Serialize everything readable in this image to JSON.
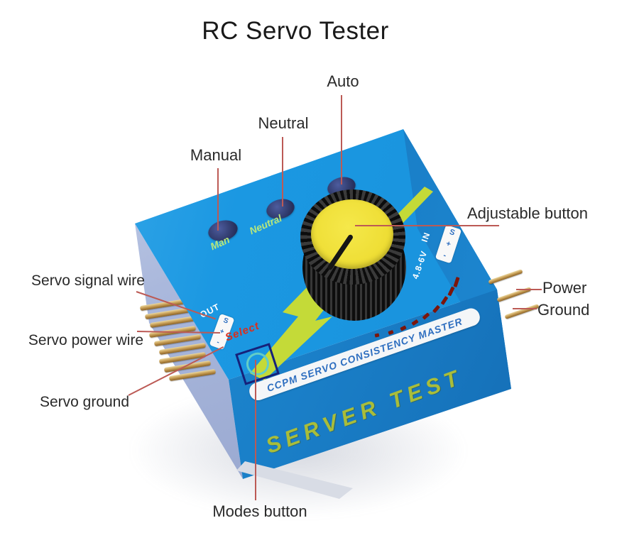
{
  "title": "RC Servo Tester",
  "annotations": {
    "manual": "Manual",
    "neutral": "Neutral",
    "auto": "Auto",
    "adjustable": "Adjustable button",
    "power": "Power",
    "ground": "Ground",
    "servo_signal": "Servo signal wire",
    "servo_power": "Servo power wire",
    "servo_ground": "Servo ground",
    "modes": "Modes button"
  },
  "device": {
    "brand_strip": "CCPM SERVO CONSISTENCY MASTER",
    "front_title": "SERVER TEST",
    "select_label": "Select",
    "mode_buttons": {
      "man": "Man",
      "neutral": "Neutral"
    },
    "left_panel": {
      "out_label": "OUT",
      "pins": [
        "S",
        "+",
        "-"
      ]
    },
    "right_panel": {
      "voltage": "4.8-6V",
      "in_label": "IN",
      "pins": [
        "S",
        "+",
        "-"
      ]
    }
  },
  "colors": {
    "device_blue": "#1b98e2",
    "front_blue": "#1a7fc8",
    "side_lavender": "#aab8dc",
    "knob_black": "#1c1c1c",
    "knob_yellow": "#eedd33",
    "bolt_green": "#c4da38",
    "brand_text_blue": "#2f6fc0",
    "front_text_green": "#a9bd3a",
    "select_red": "#d92f1d",
    "leader_red": "#bc5a55",
    "label_black": "#2a2a2a",
    "pin_gold": "#c49a52",
    "button_navy": "#35427f",
    "button_label_green": "#b8e87c"
  }
}
